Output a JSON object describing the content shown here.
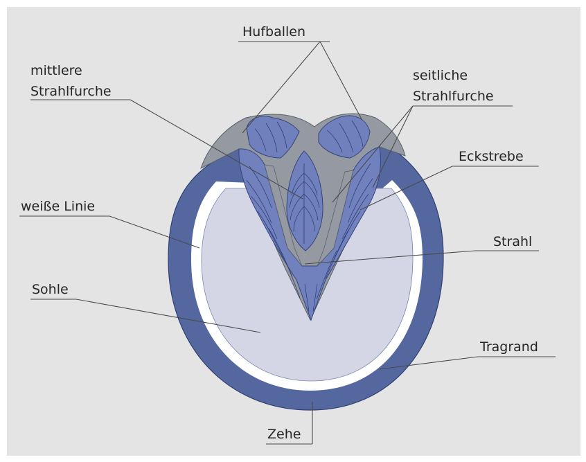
{
  "diagram": {
    "labels": {
      "hufballen": "Hufballen",
      "mittlere_line1": "mittlere",
      "mittlere_line2": "Strahlfurche",
      "seitliche_line1": "seitliche",
      "seitliche_line2": "Strahlfurche",
      "eckstrebe": "Eckstrebe",
      "weisse_linie": "weiße Linie",
      "strahl": "Strahl",
      "sohle": "Sohle",
      "tragrand": "Tragrand",
      "zehe": "Zehe"
    },
    "colors": {
      "background": "#e4e4e4",
      "wall": "#54679f",
      "white_line": "#ffffff",
      "sole": "#d4d6e6",
      "frog": "#7181bd",
      "bulb_gray": "#959aa2",
      "leader_line": "#4a4a4a"
    }
  }
}
